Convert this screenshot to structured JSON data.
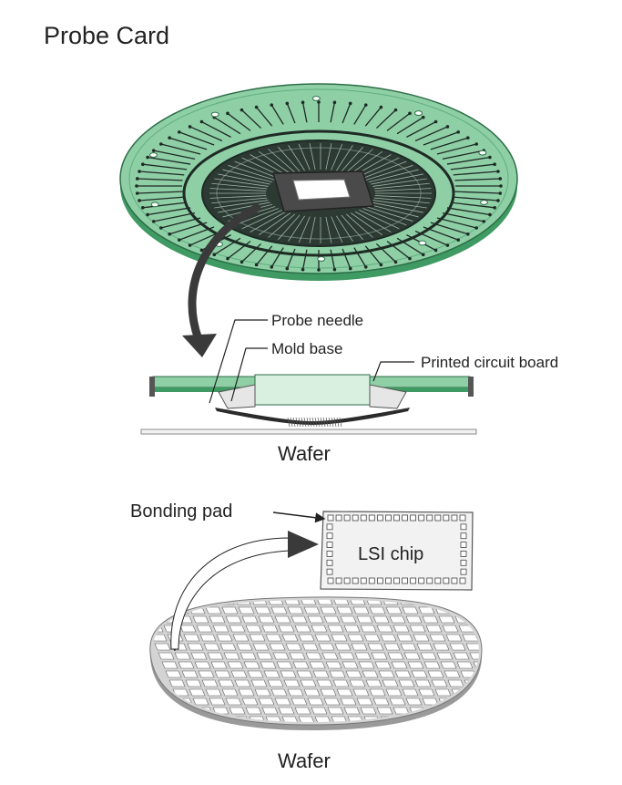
{
  "title": "Probe Card",
  "labels": {
    "probe_needle": "Probe needle",
    "mold_base": "Mold base",
    "pcb": "Printed circuit board",
    "wafer_side": "Wafer",
    "bonding_pad": "Bonding pad",
    "lsi_chip": "LSI chip",
    "wafer_bottom": "Wafer"
  },
  "colors": {
    "board_green": "#8fcfa6",
    "board_green_dark": "#3f9a63",
    "trace_dark": "#1e2a24",
    "center_gray": "#4a4a4a",
    "wafer_gray": "#d4d4d4",
    "wafer_edge": "#9a9a9a",
    "chip_fill": "#f2f2f2",
    "arrow": "#3a3a3a"
  },
  "icons": {
    "probe_card_top_view": "circular-probe-card-icon",
    "side_view": "probe-card-cross-section",
    "wafer": "wafer-grid-icon",
    "chip": "lsi-chip-icon"
  }
}
